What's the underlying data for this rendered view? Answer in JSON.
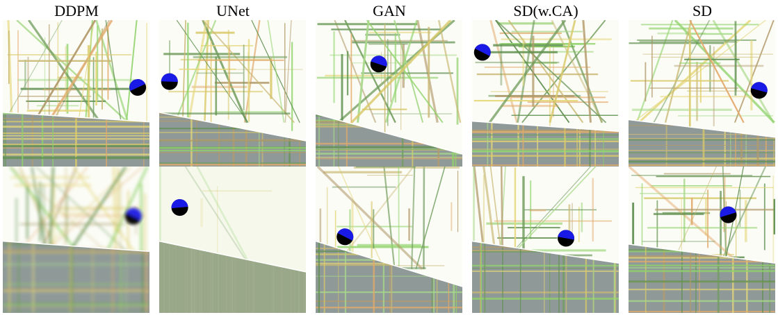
{
  "columns": [
    {
      "title": "DDPM"
    },
    {
      "title": "UNet"
    },
    {
      "title": "GAN"
    },
    {
      "title": "SD(w.CA)"
    },
    {
      "title": "SD"
    }
  ],
  "rows": [
    {
      "panels": [
        {
          "seed": 11,
          "ground": [
            0.63,
            0.695
          ],
          "ball": [
            0.92,
            0.46
          ],
          "lines": "normal"
        },
        {
          "seed": 23,
          "ground": [
            0.63,
            0.825
          ],
          "ball": [
            0.07,
            0.42
          ],
          "lines": "normal"
        },
        {
          "seed": 37,
          "ground": [
            0.64,
            0.915
          ],
          "ball": [
            0.43,
            0.3
          ],
          "lines": "normal"
        },
        {
          "seed": 41,
          "ground": [
            0.69,
            0.76
          ],
          "ball": [
            0.07,
            0.22
          ],
          "lines": "normal"
        },
        {
          "seed": 53,
          "ground": [
            0.68,
            0.8
          ],
          "ball": [
            0.89,
            0.48
          ],
          "lines": "normal"
        }
      ]
    },
    {
      "panels": [
        {
          "seed": 61,
          "ground": [
            0.51,
            0.58
          ],
          "ball": [
            0.89,
            0.34
          ],
          "lines": "blur"
        },
        {
          "seed": 71,
          "ground": [
            0.51,
            0.72
          ],
          "ball": [
            0.14,
            0.28
          ],
          "lines": "faint"
        },
        {
          "seed": 83,
          "ground": [
            0.51,
            0.82
          ],
          "ball": [
            0.2,
            0.48
          ],
          "lines": "sparse"
        },
        {
          "seed": 97,
          "ground": [
            0.51,
            0.66
          ],
          "ball": [
            0.64,
            0.49
          ],
          "lines": "sparse"
        },
        {
          "seed": 103,
          "ground": [
            0.53,
            0.66
          ],
          "ball": [
            0.68,
            0.33
          ],
          "lines": "normal"
        }
      ]
    }
  ]
}
